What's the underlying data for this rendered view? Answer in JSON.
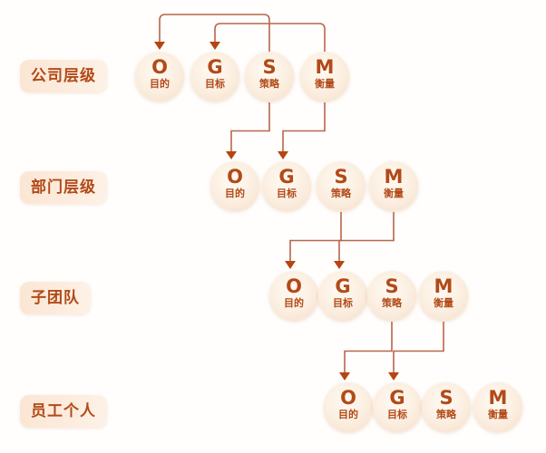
{
  "levels": [
    {
      "label": "公司层级"
    },
    {
      "label": "部门层级"
    },
    {
      "label": "子团队"
    },
    {
      "label": "员工个人"
    }
  ],
  "nodes": [
    {
      "letter": "O",
      "name": "目的"
    },
    {
      "letter": "G",
      "name": "目标"
    },
    {
      "letter": "S",
      "name": "策略"
    },
    {
      "letter": "M",
      "name": "衡量"
    }
  ],
  "colors": {
    "text": "#b24a18",
    "line": "#b8664a",
    "arrow": "#b8440f"
  }
}
